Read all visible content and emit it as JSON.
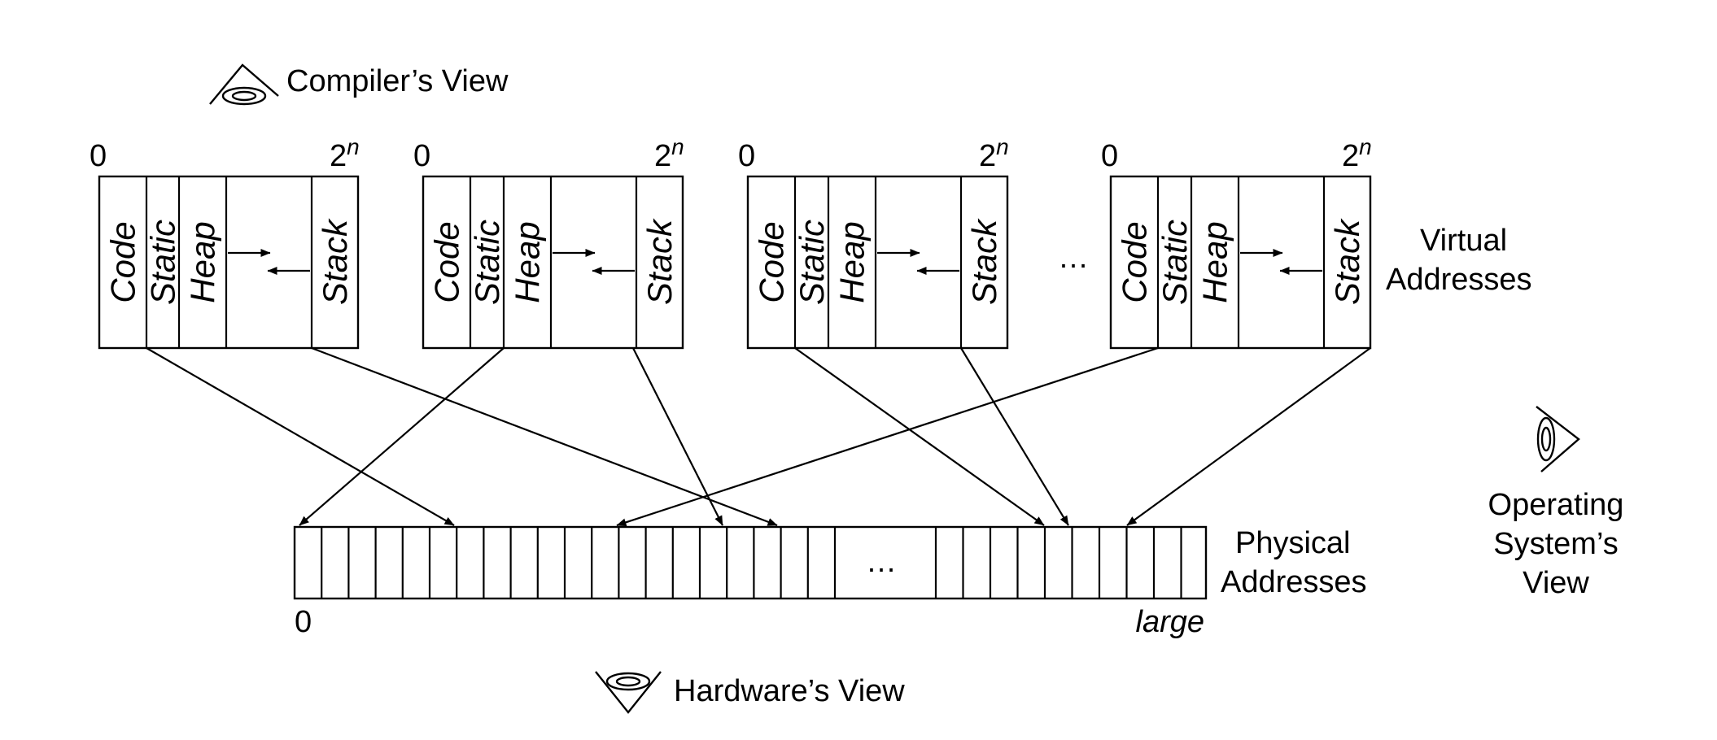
{
  "views": {
    "compiler": "Compiler’s View",
    "hardware": "Hardware’s View",
    "os_line1": "Operating",
    "os_line2": "System’s",
    "os_line3": "View"
  },
  "virtual": {
    "label_line1": "Virtual",
    "label_line2": "Addresses",
    "start_label": "0",
    "end_base": "2",
    "end_exp": "n",
    "ellipsis": "…",
    "segments": [
      "Code",
      "Static",
      "Heap",
      "Stack"
    ]
  },
  "physical": {
    "label_line1": "Physical",
    "label_line2": "Addresses",
    "start_label": "0",
    "end_label": "large",
    "ellipsis": "…"
  },
  "icons": [
    "eye-icon",
    "eye-icon",
    "eye-icon"
  ]
}
